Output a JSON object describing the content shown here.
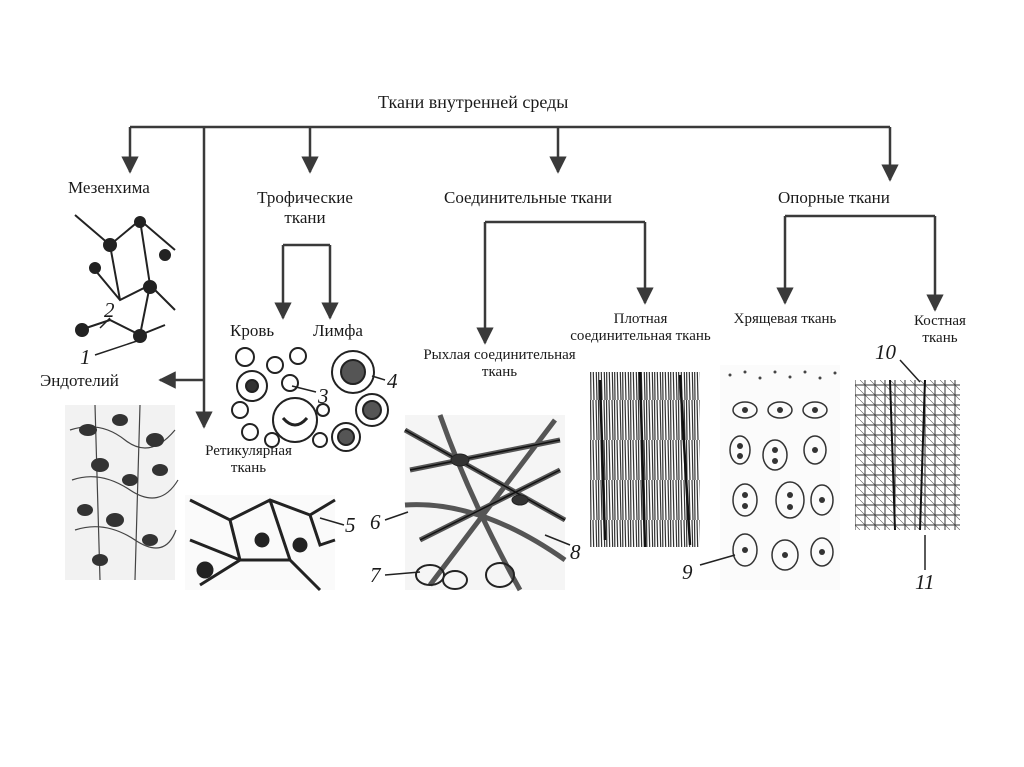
{
  "title": "Ткани внутренней среды",
  "categories": {
    "mesenchyme": "Мезенхима",
    "trophic": "Трофические ткани",
    "connective": "Соединительные ткани",
    "supporting": "Опорные ткани"
  },
  "labels": {
    "endothelium": "Эндотелий",
    "blood": "Кровь",
    "lymph": "Лимфа",
    "reticular": "Ретикулярная ткань",
    "loose": "Рыхлая соединительная ткань",
    "dense": "Плотная соединительная ткань",
    "cartilage": "Хрящевая ткань",
    "bone": "Костная ткань"
  },
  "numbers": [
    "1",
    "2",
    "3",
    "4",
    "5",
    "6",
    "7",
    "8",
    "9",
    "10",
    "11"
  ],
  "colors": {
    "line": "#3a3a3a",
    "ink": "#1a1a1a"
  }
}
